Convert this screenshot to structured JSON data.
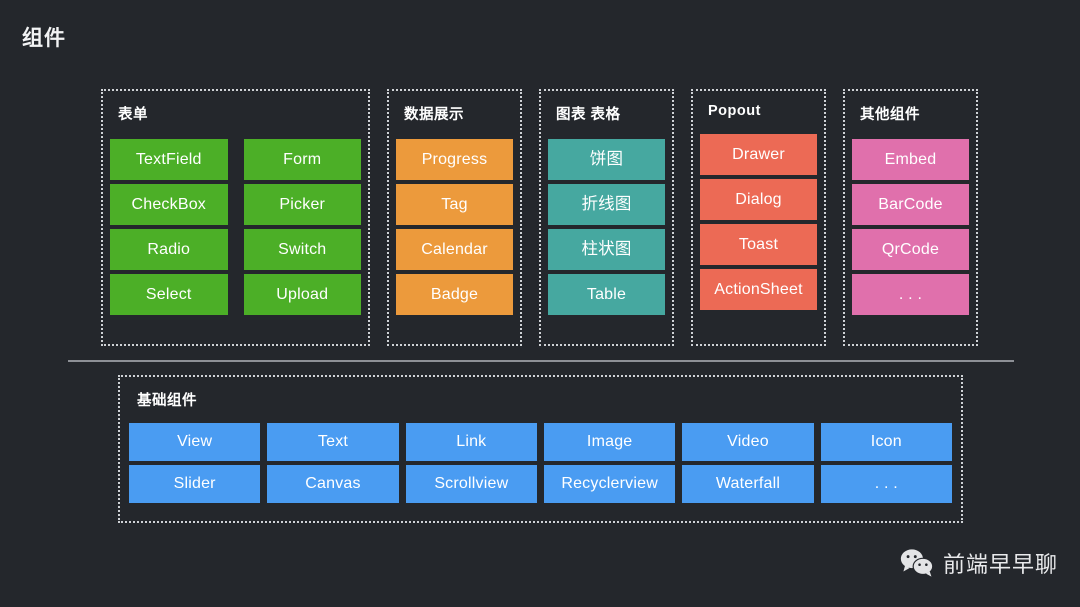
{
  "page": {
    "title": "组件",
    "background": "#24272c"
  },
  "colors": {
    "green": "#4caf27",
    "orange": "#ec9a3c",
    "teal": "#46a8a0",
    "salmon": "#ec6a55",
    "pink": "#e070ac",
    "blue": "#4a9cf2",
    "divider": "#8d9096",
    "dashed_border": "#cfd2d6"
  },
  "categories": [
    {
      "title": "表单",
      "color": "green",
      "columns": 2,
      "items": [
        "TextField",
        "Form",
        "CheckBox",
        "Picker",
        "Radio",
        "Switch",
        "Select",
        "Upload"
      ]
    },
    {
      "title": "数据展示",
      "color": "orange",
      "columns": 1,
      "items": [
        "Progress",
        "Tag",
        "Calendar",
        "Badge"
      ]
    },
    {
      "title": "图表 表格",
      "color": "teal",
      "columns": 1,
      "items": [
        "饼图",
        "折线图",
        "柱状图",
        "Table"
      ]
    },
    {
      "title": "Popout",
      "color": "salmon",
      "columns": 1,
      "items": [
        "Drawer",
        "Dialog",
        "Toast",
        "ActionSheet"
      ]
    },
    {
      "title": "其他组件",
      "color": "pink",
      "columns": 1,
      "items": [
        "Embed",
        "BarCode",
        "QrCode",
        ". . ."
      ]
    }
  ],
  "basic": {
    "title": "基础组件",
    "color": "blue",
    "items": [
      "View",
      "Text",
      "Link",
      "Image",
      "Video",
      "Icon",
      "Slider",
      "Canvas",
      "Scrollview",
      "Recyclerview",
      "Waterfall",
      ". . ."
    ]
  },
  "watermark": {
    "icon": "wechat-icon",
    "text": "前端早早聊"
  }
}
